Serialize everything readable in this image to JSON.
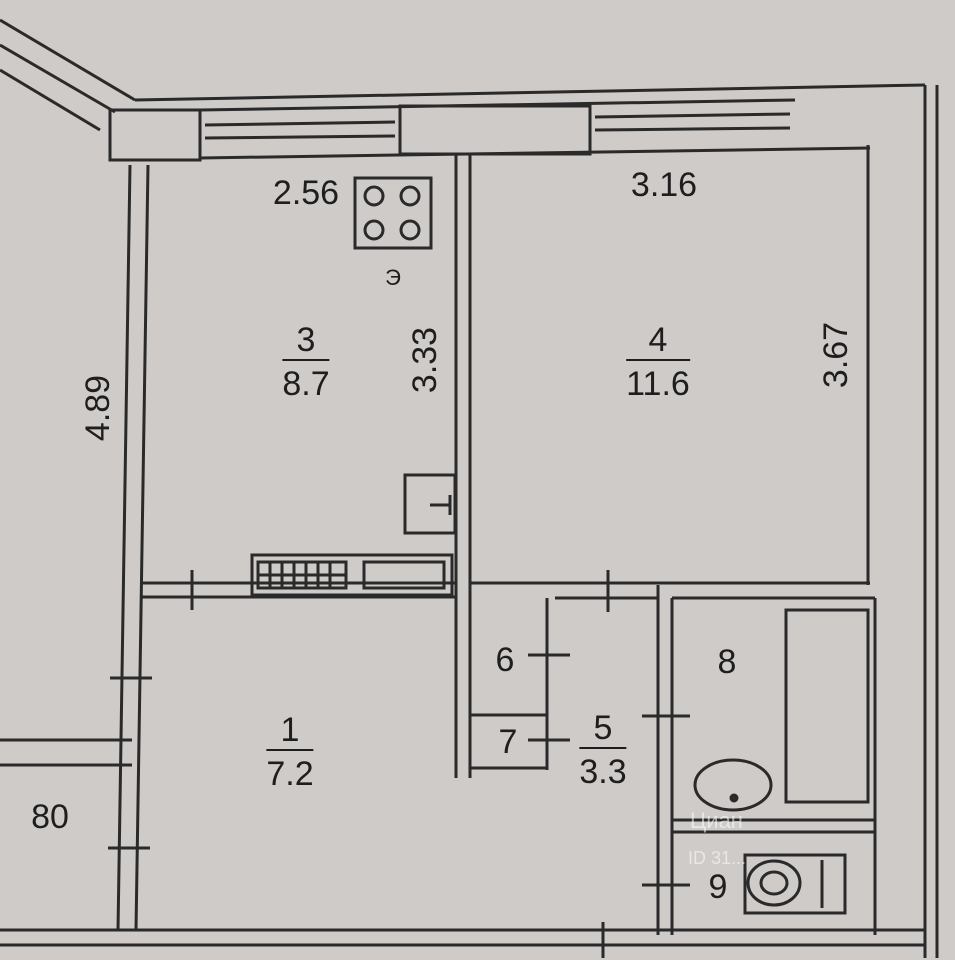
{
  "rooms": [
    {
      "number": "1",
      "area": "7.2"
    },
    {
      "number": "3",
      "area": "8.7"
    },
    {
      "number": "4",
      "area": "11.6"
    },
    {
      "number": "5",
      "area": "3.3"
    },
    {
      "number": "6"
    },
    {
      "number": "7"
    },
    {
      "number": "8"
    },
    {
      "number": "9"
    }
  ],
  "dimensions": {
    "kitchen_width": "2.56",
    "kitchen_depth": "3.33",
    "room_width": "3.16",
    "room_depth": "3.67",
    "loggia_length": "4.89",
    "neighbor": "80"
  },
  "stove_mark": "Э",
  "watermark": {
    "brand": "Циан",
    "id": "ID 31..."
  },
  "colors": {
    "wall": "#2a2a2a",
    "floor": "#d4d0ce",
    "background": "#cfcbc9"
  }
}
